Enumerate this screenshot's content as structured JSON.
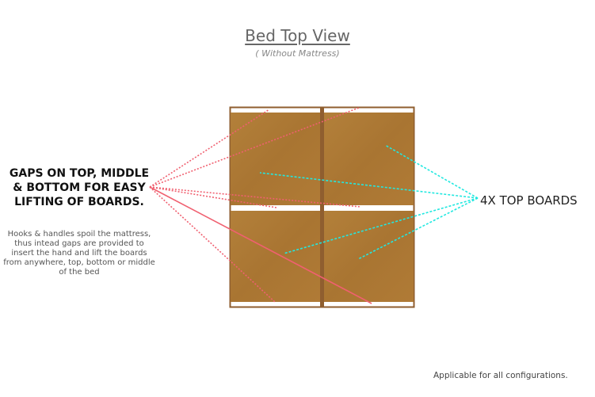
{
  "title": "Bed Top View",
  "subtitle": "( Without Mattress)",
  "gaps_heading": "GAPS ON TOP, MIDDLE & BOTTOM FOR EASY LIFTING OF BOARDS.",
  "gaps_description": "Hooks & handles spoil the mattress, thus intead gaps are provided to insert the hand and lift the boards from anywhere, top, bottom or middle of the bed",
  "boards_label": "4X TOP BOARDS",
  "footer_note": "Applicable for all configurations.",
  "colors": {
    "frame": "#8f5e2f",
    "board": "#b07a35",
    "gap_lines": "#f06070",
    "board_lines": "#22e8e0"
  }
}
